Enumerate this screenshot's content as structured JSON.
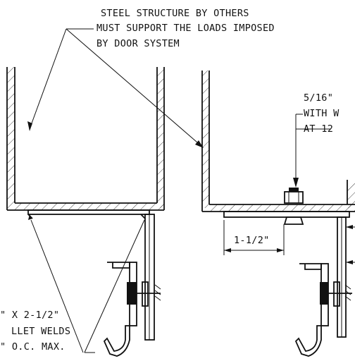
{
  "notes": {
    "structure_line1": "STEEL STRUCTURE BY OTHERS",
    "structure_line2": "MUST SUPPORT THE LOADS IMPOSED",
    "structure_line3": "BY DOOR SYSTEM",
    "bolt_line1": "5/16\"",
    "bolt_line2": "WITH W",
    "bolt_line3": "AT 12",
    "weld_line1": "\" X 2-1/2\"",
    "weld_line2": "LLET WELDS",
    "weld_line3": "\" O.C. MAX."
  },
  "dimensions": {
    "plate_offset": "1-1/2\""
  }
}
